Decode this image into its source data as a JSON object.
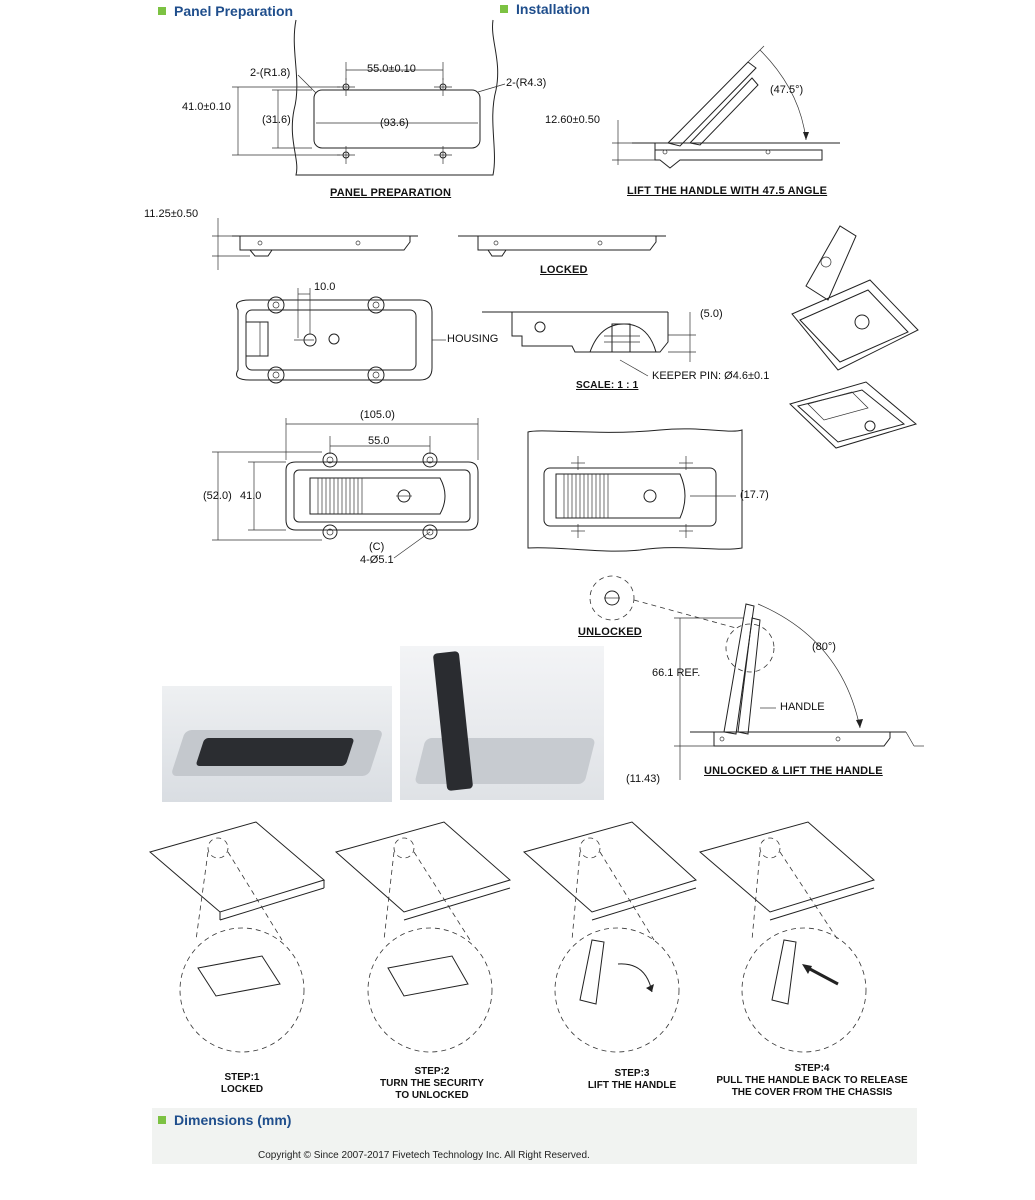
{
  "sections": {
    "panel_preparation": "Panel Preparation",
    "installation": "Installation",
    "dimensions": "Dimensions (mm)"
  },
  "captions": {
    "panel_prep": "PANEL  PREPARATION",
    "lift_handle": "LIFT THE HANDLE WITH 47.5 ANGLE",
    "locked": "LOCKED",
    "unlocked": "UNLOCKED",
    "unlocked_lift": "UNLOCKED & LIFT THE HANDLE",
    "scale": "SCALE: 1 : 1"
  },
  "dimensions": {
    "r18": "2-(R1.8)",
    "r43": "2-(R4.3)",
    "d55_tol": "55.0±0.10",
    "d41_tol": "41.0±0.10",
    "d316": "(31.6)",
    "d936": "(93.6)",
    "d1260": "12.60±0.50",
    "angle475": "(47.5°)",
    "d1125": "11.25±0.50",
    "d100": "10.0",
    "housing": "HOUSING",
    "d50": "(5.0)",
    "keeper": "KEEPER PIN: Ø4.6±0.1",
    "d1050": "(105.0)",
    "d550": "55.0",
    "d520": "(52.0)",
    "d410": "41.0",
    "c": "(C)",
    "holes": "4-Ø5.1",
    "d177": "(17.7)",
    "angle80": "(80°)",
    "d661": "66.1 REF.",
    "handle": "HANDLE",
    "d1143": "(11.43)"
  },
  "steps": [
    {
      "num": "STEP:1",
      "text": "LOCKED"
    },
    {
      "num": "STEP:2",
      "text": "TURN THE SECURITY TO UNLOCKED"
    },
    {
      "num": "STEP:3",
      "text": "LIFT THE HANDLE"
    },
    {
      "num": "STEP:4",
      "text": "PULL THE HANDLE BACK TO RELEASE THE COVER FROM THE CHASSIS"
    }
  ],
  "footer": {
    "copyright": "Copyright © Since 2007-2017 Fivetech Technology Inc. All Right Reserved."
  },
  "colors": {
    "heading_blue": "#1f4e8c",
    "bullet_green": "#7cc242",
    "footer_bg": "#f1f3f1"
  }
}
